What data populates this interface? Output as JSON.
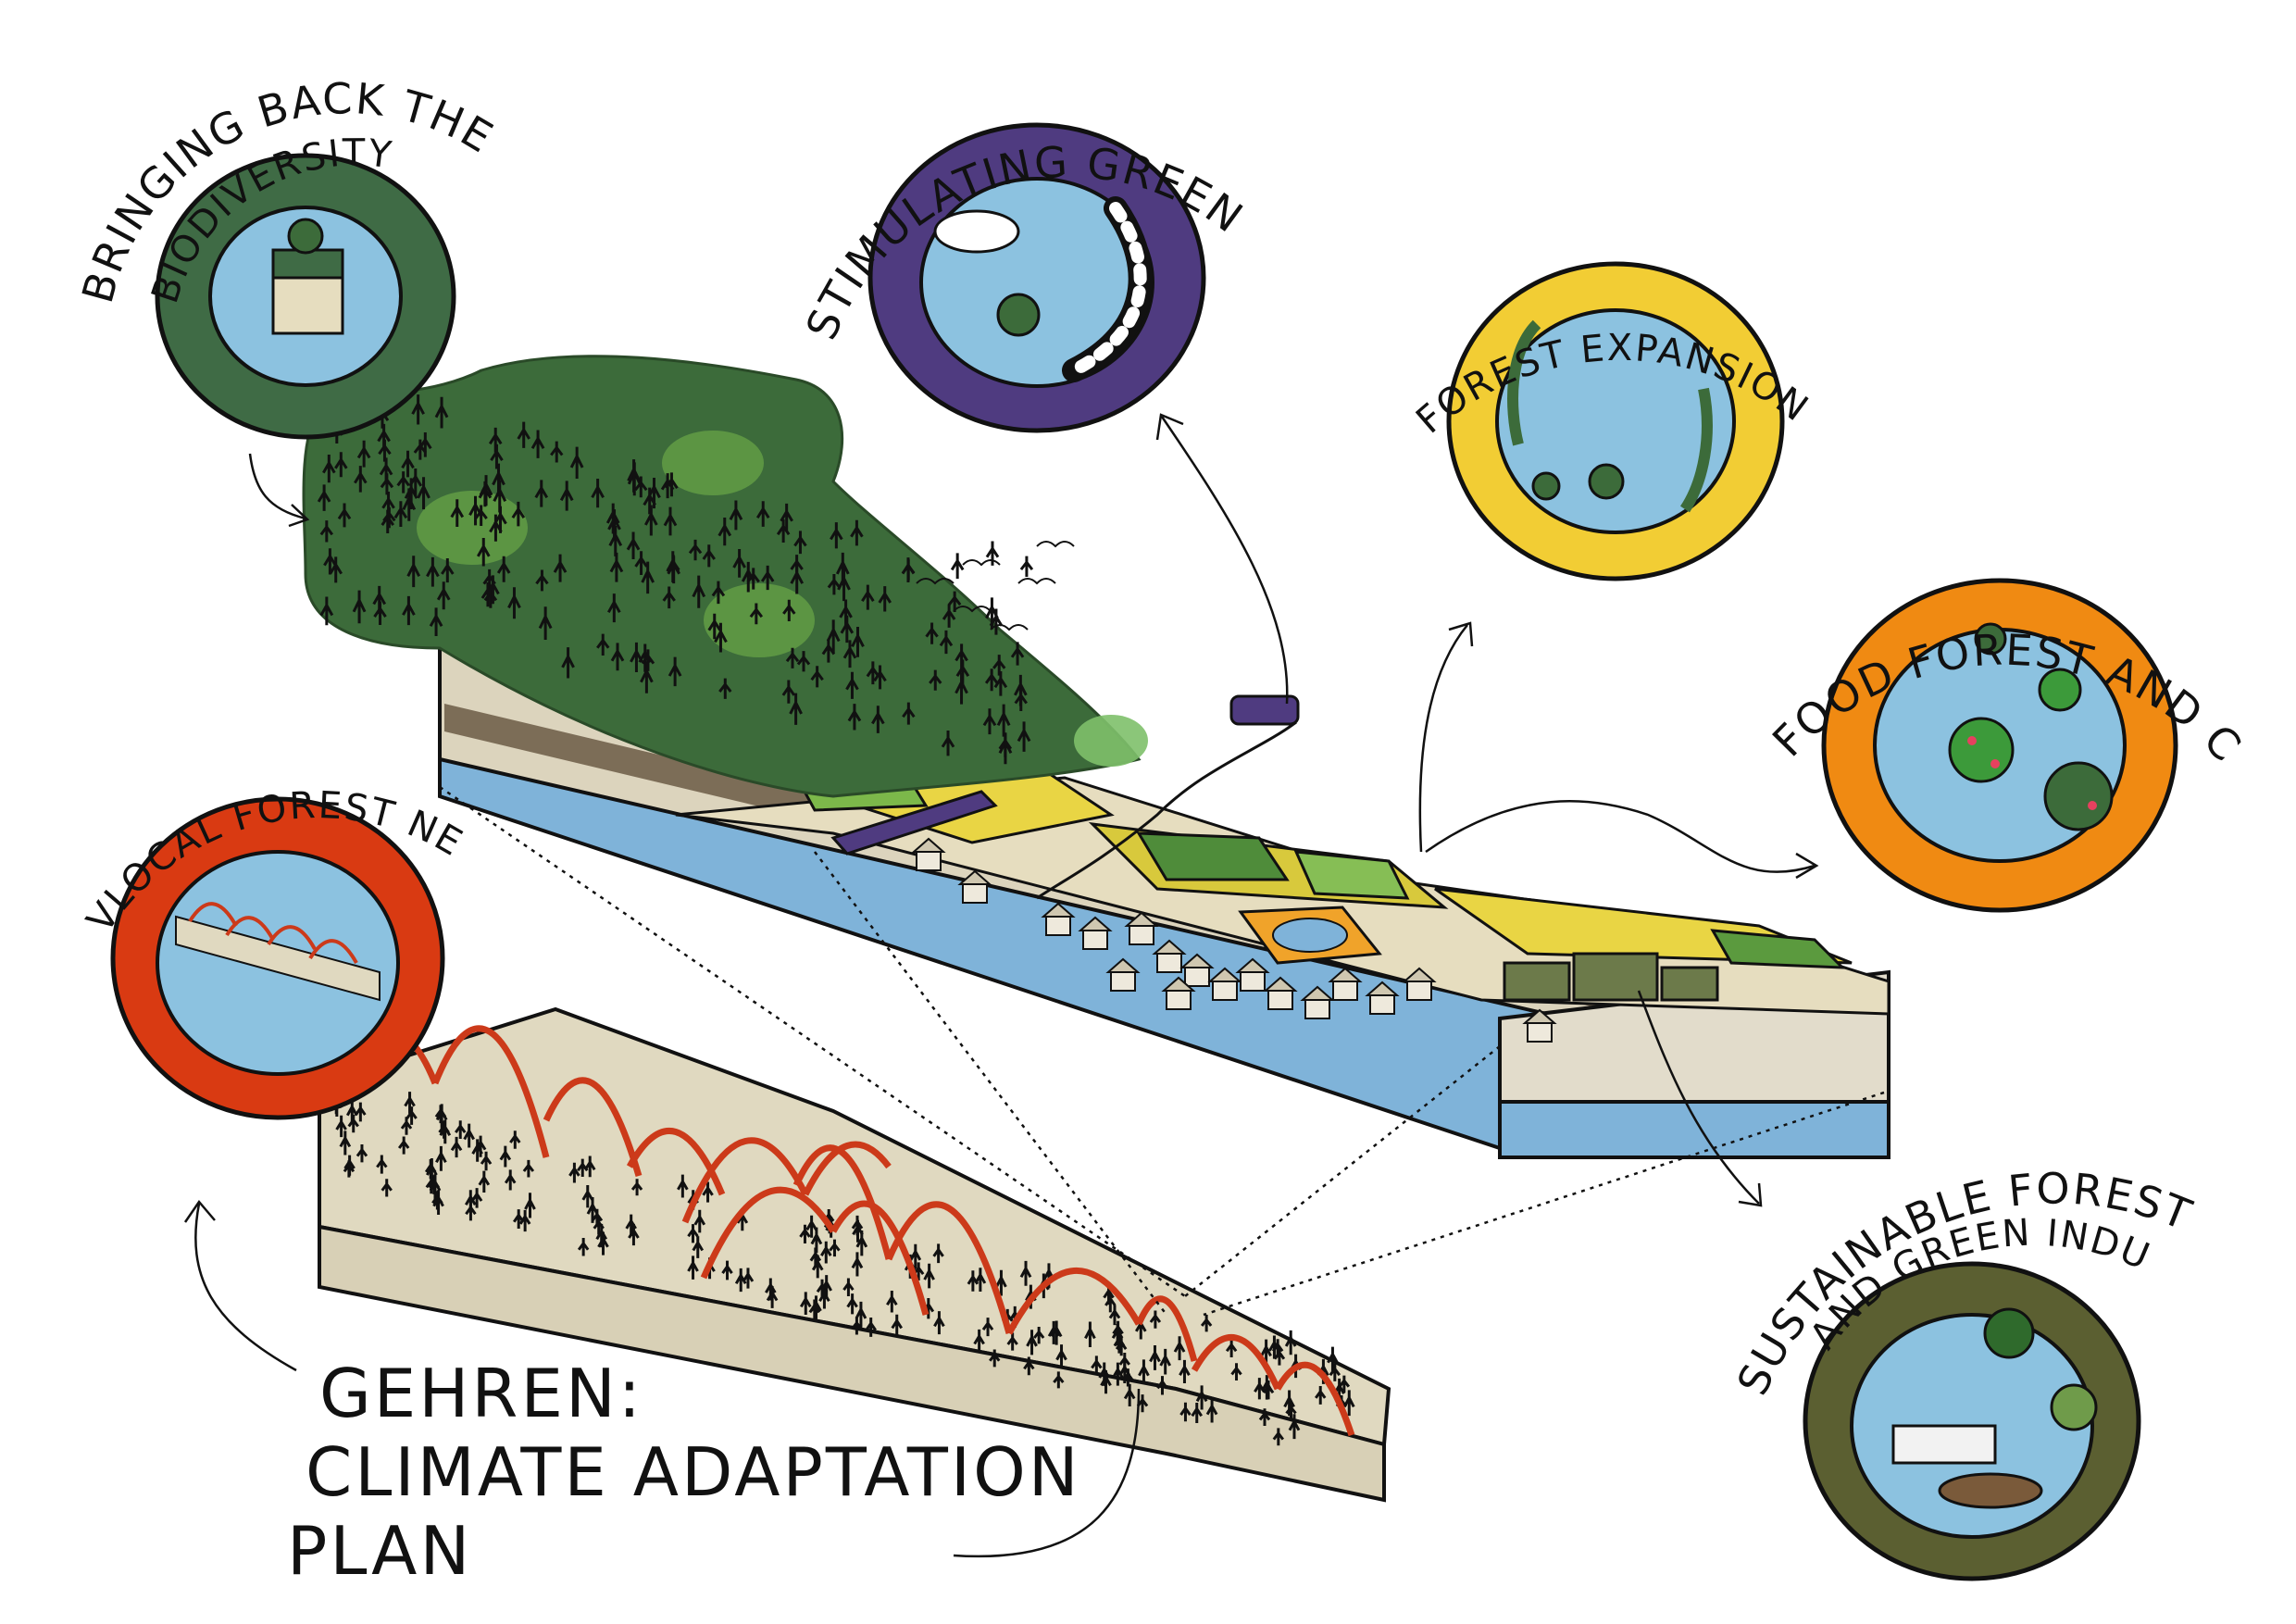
{
  "labels": {
    "biodiversity_line1": "BRINGING BACK THE",
    "biodiversity_line2": "BIODIVERSITY",
    "mobility": "STIMULATING GREEN MOBILITY",
    "forest_expansion": "FOREST EXPANSION ON UNUSED LAND",
    "food_forest": "FOOD FOREST AND COMMUNITY",
    "forest_network": "VLOCAL FOREST NETWORK",
    "forestry_line1": "SUSTAINABLE FORESTRY",
    "forestry_line2": "AND GREEN INDUSTRY"
  },
  "title": {
    "line1": "GEHREN:",
    "line2": "CLIMATE ADAPTATION",
    "line3": "PLAN"
  },
  "colors": {
    "biodiversity_ring": "#3f6b45",
    "mobility_ring": "#4f3b80",
    "expansion_ring": "#f2cd34",
    "food_ring": "#f08a12",
    "network_ring": "#d93a12",
    "forestry_ring": "#5b5f31",
    "sky": "#8cc2e0",
    "forest": "#3c6b3a",
    "soil": "#dcd4bd",
    "water": "#7fb3d9",
    "arc": "#cc3a1a"
  }
}
